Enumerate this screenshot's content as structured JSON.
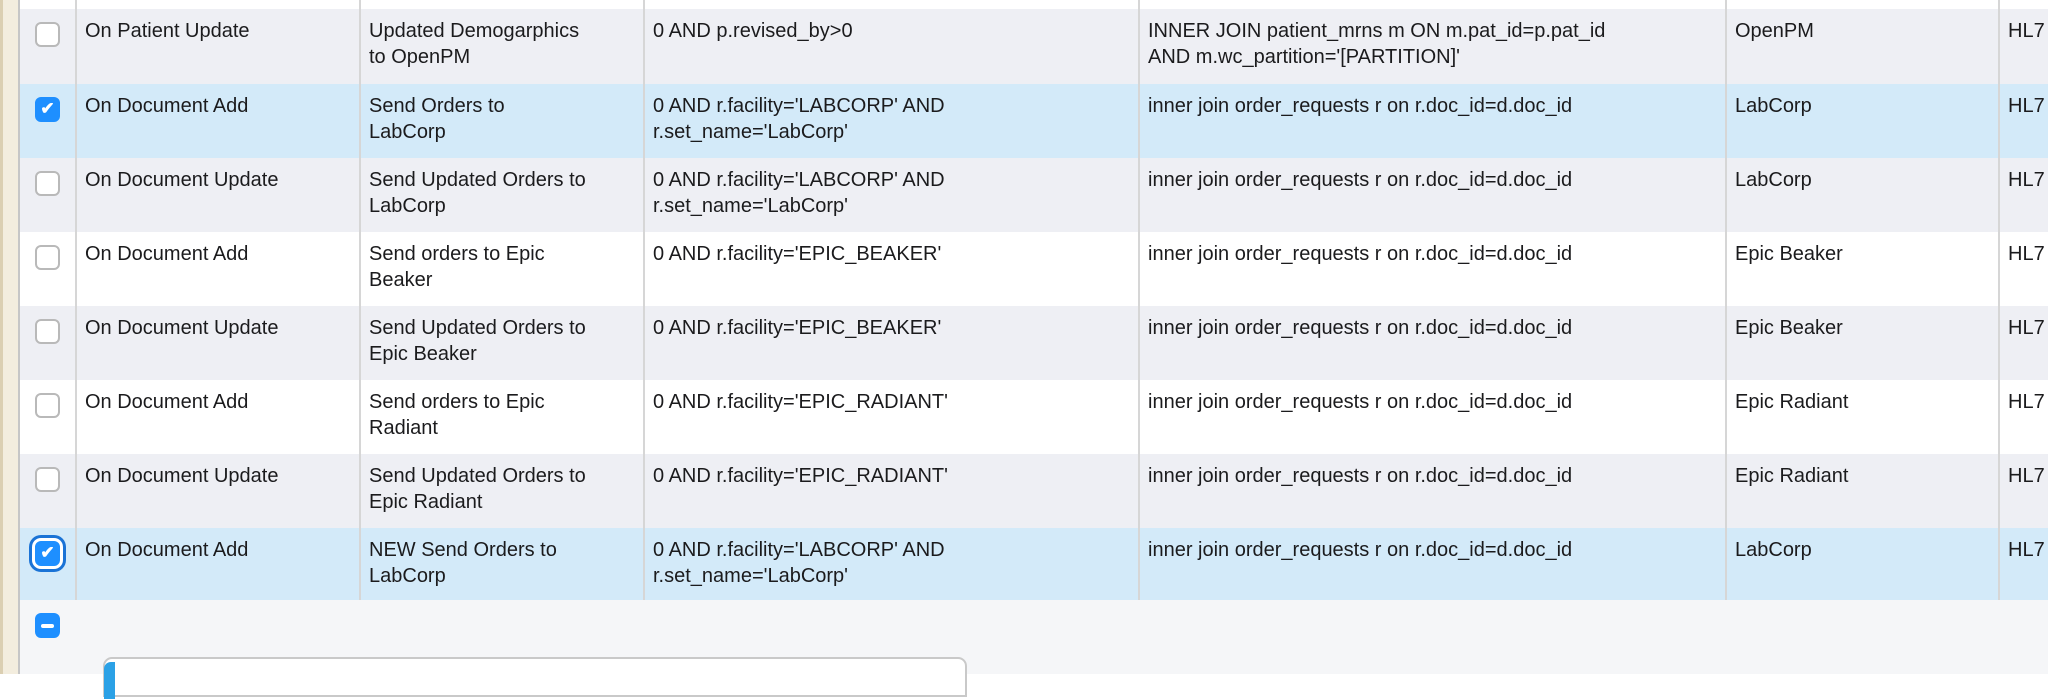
{
  "colors": {
    "accent_blue": "#1e8fff",
    "selected_row": "#d3eaf9",
    "striped_row": "#eeeff4",
    "footer_background": "#f5f6f8",
    "panel_accent_blue": "#2ba1e6",
    "gutter_beige": "#f3edde",
    "column_border": "#d6d6d6"
  },
  "table": {
    "rows": [
      {
        "checked": false,
        "selected": false,
        "focused": false,
        "event": "On Patient Update",
        "description": "Updated Demogarphics\nto OpenPM",
        "condition": "0 AND p.revised_by>0",
        "join": "INNER JOIN patient_mrns m ON m.pat_id=p.pat_id\nAND m.wc_partition='[PARTITION]'",
        "target": "OpenPM",
        "protocol": "HL7"
      },
      {
        "checked": true,
        "selected": true,
        "focused": false,
        "event": "On Document Add",
        "description": "Send Orders to\nLabCorp",
        "condition": "0 AND r.facility='LABCORP' AND\nr.set_name='LabCorp'",
        "join": "inner join order_requests r on r.doc_id=d.doc_id",
        "target": "LabCorp",
        "protocol": "HL7"
      },
      {
        "checked": false,
        "selected": false,
        "focused": false,
        "event": "On Document Update",
        "description": "Send Updated Orders to\nLabCorp",
        "condition": "0 AND r.facility='LABCORP' AND\nr.set_name='LabCorp'",
        "join": "inner join order_requests r on r.doc_id=d.doc_id",
        "target": "LabCorp",
        "protocol": "HL7"
      },
      {
        "checked": false,
        "selected": false,
        "focused": false,
        "event": "On Document Add",
        "description": "Send orders to Epic\nBeaker",
        "condition": "0 AND r.facility='EPIC_BEAKER'",
        "join": "inner join order_requests r on r.doc_id=d.doc_id",
        "target": "Epic Beaker",
        "protocol": "HL7"
      },
      {
        "checked": false,
        "selected": false,
        "focused": false,
        "event": "On Document Update",
        "description": "Send Updated Orders to\nEpic Beaker",
        "condition": "0 AND r.facility='EPIC_BEAKER'",
        "join": "inner join order_requests r on r.doc_id=d.doc_id",
        "target": "Epic Beaker",
        "protocol": "HL7"
      },
      {
        "checked": false,
        "selected": false,
        "focused": false,
        "event": "On Document Add",
        "description": "Send orders to Epic\nRadiant",
        "condition": "0 AND r.facility='EPIC_RADIANT'",
        "join": "inner join order_requests r on r.doc_id=d.doc_id",
        "target": "Epic Radiant",
        "protocol": "HL7"
      },
      {
        "checked": false,
        "selected": false,
        "focused": false,
        "event": "On Document Update",
        "description": "Send Updated Orders to\nEpic Radiant",
        "condition": "0 AND r.facility='EPIC_RADIANT'",
        "join": "inner join order_requests r on r.doc_id=d.doc_id",
        "target": "Epic Radiant",
        "protocol": "HL7"
      },
      {
        "checked": true,
        "selected": true,
        "focused": true,
        "event": "On Document Add",
        "description": "NEW Send Orders to\nLabCorp",
        "condition": "0 AND r.facility='LABCORP' AND\nr.set_name='LabCorp'",
        "join": "inner join order_requests r on r.doc_id=d.doc_id",
        "target": "LabCorp",
        "protocol": "HL7"
      }
    ]
  },
  "footer": {
    "remove_button_icon": "minus"
  }
}
